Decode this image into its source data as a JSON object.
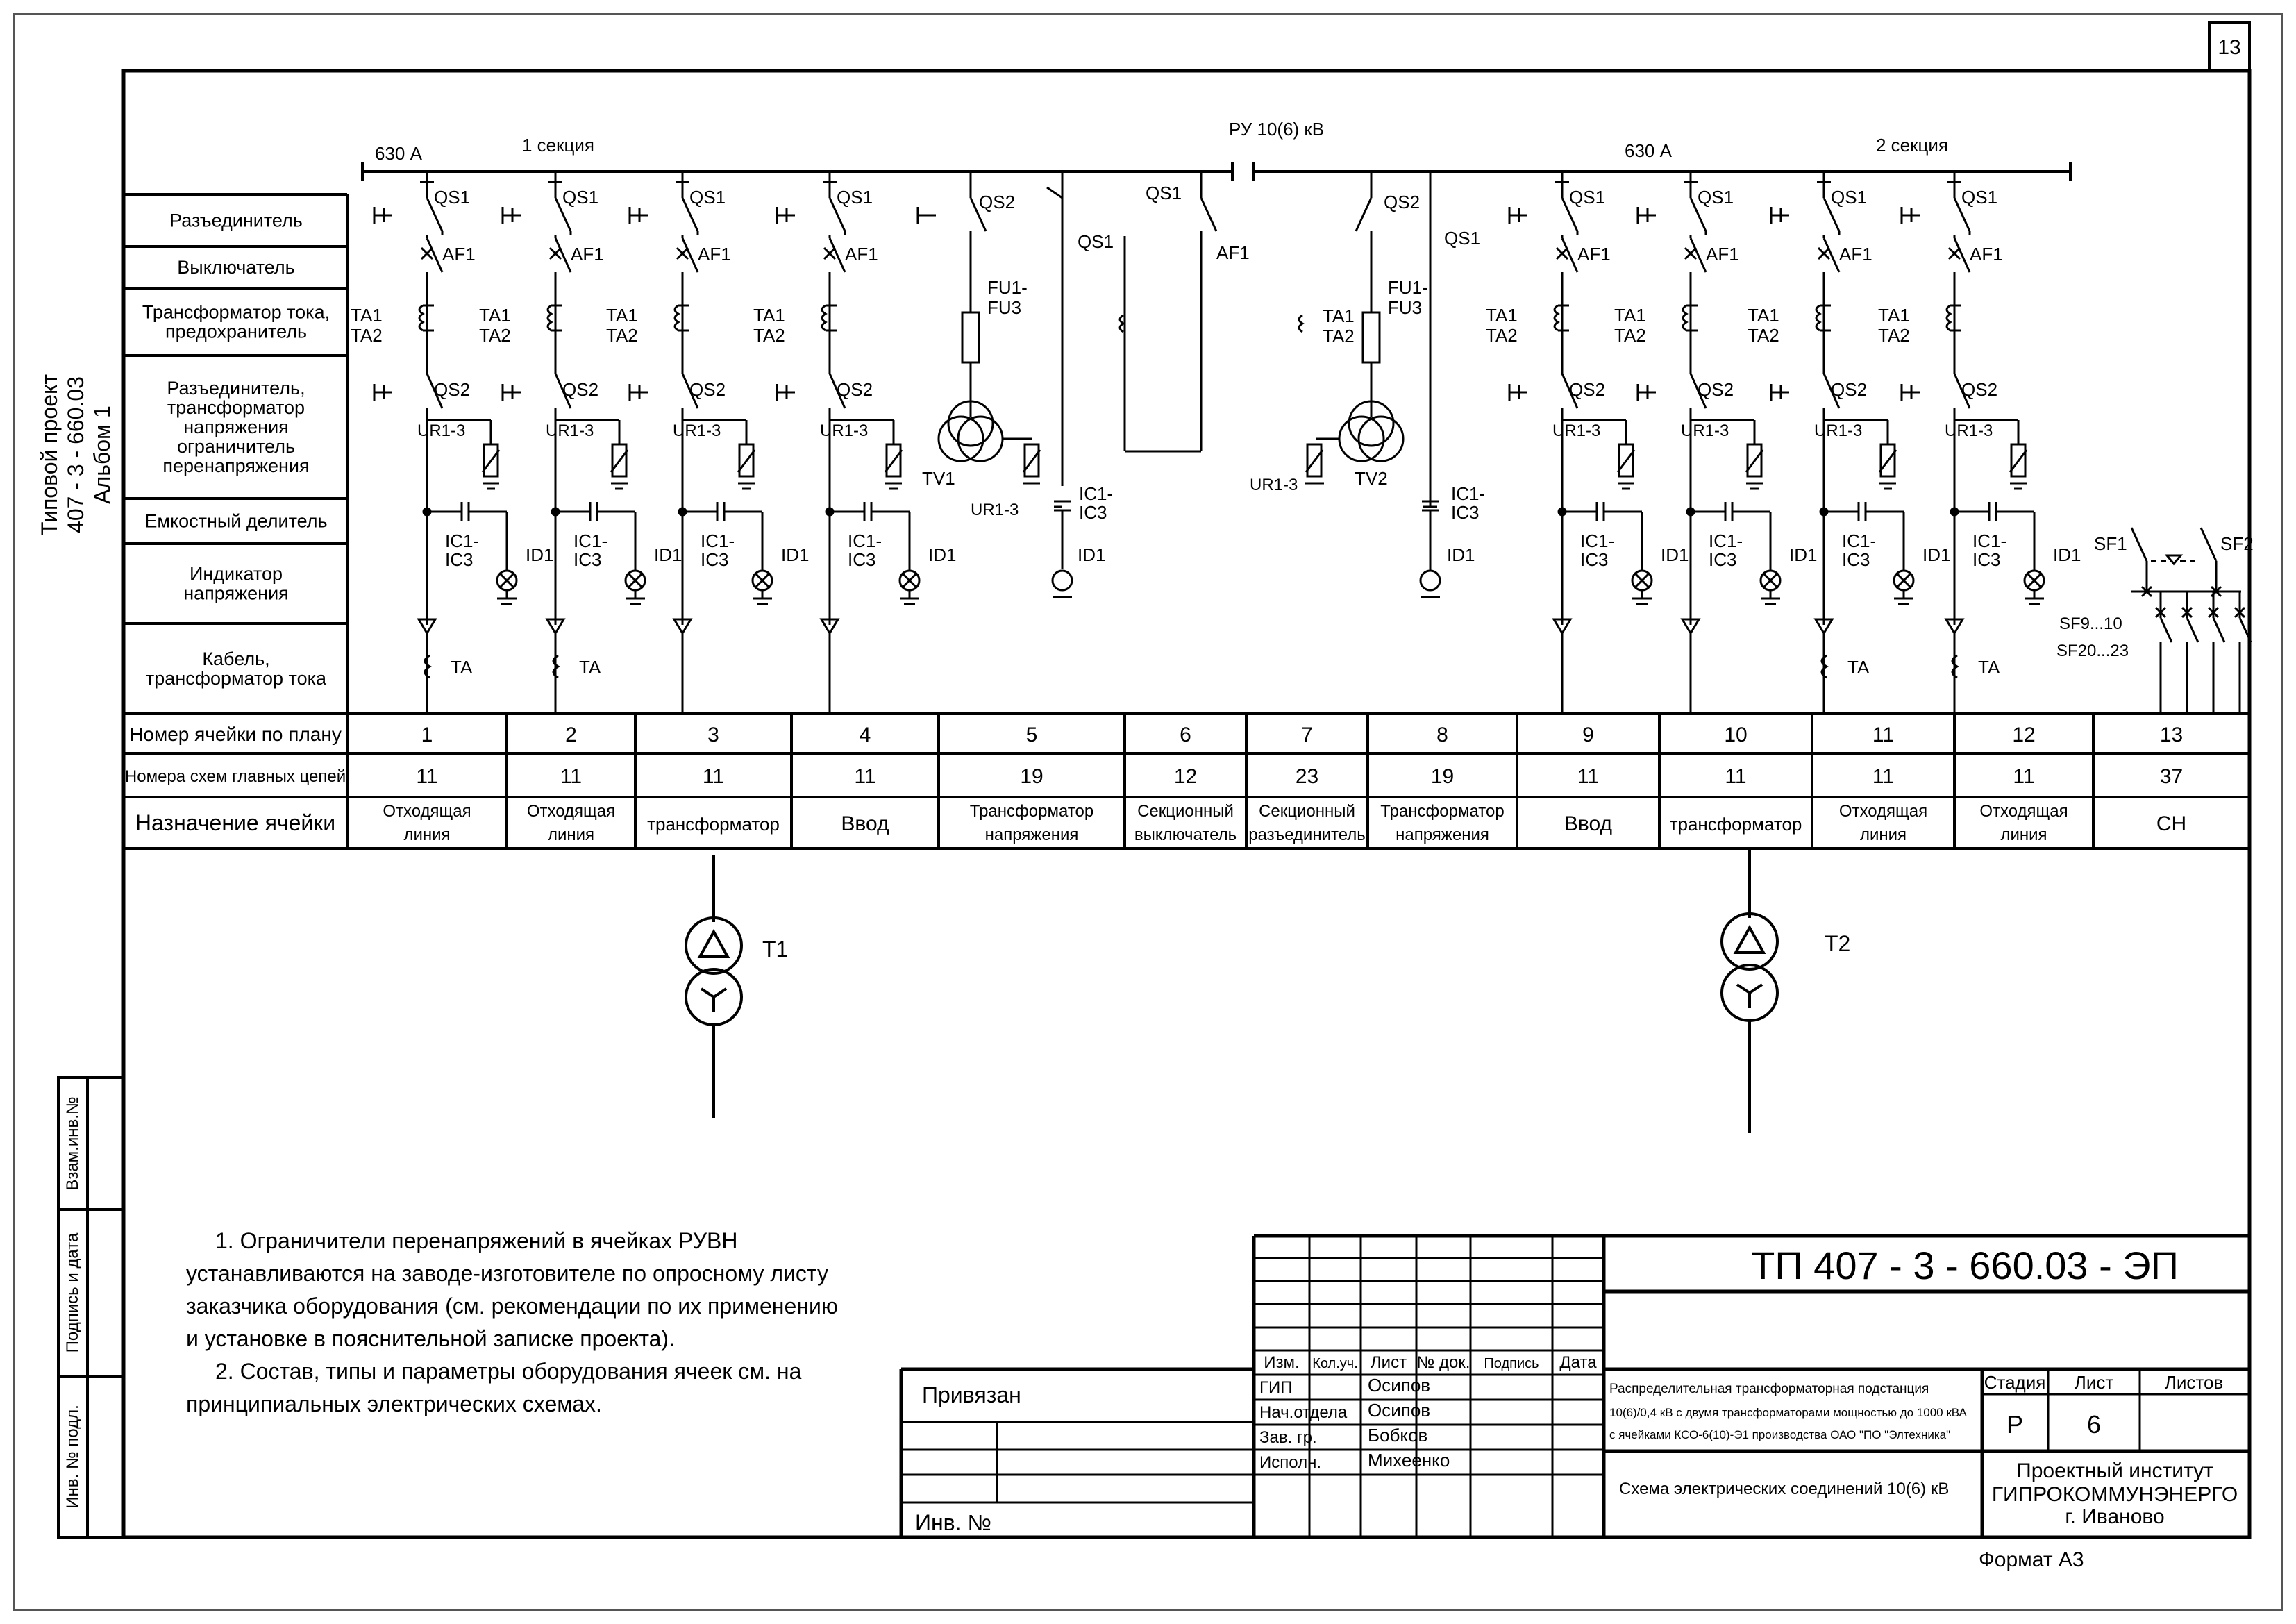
{
  "sheet": {
    "sheet_number": "13",
    "side_stamp": [
      "Типовой проект",
      "407 - 3 - 660.03",
      "Альбом   1"
    ],
    "left_strip": [
      "Инв. № подл.",
      "Подпись и дата",
      "Взам.инв.№"
    ],
    "format": "Формат А3"
  },
  "header": {
    "bus_title": "РУ 10(6) кВ",
    "current_1": "630 А",
    "section_1": "1 секция",
    "current_2": "630 А",
    "section_2": "2 секция"
  },
  "row_labels": [
    [
      "Разъединитель"
    ],
    [
      "Выключатель"
    ],
    [
      "Трансформатор тока,",
      "предохранитель"
    ],
    [
      "Разъединитель,",
      "трансформатор",
      "напряжения",
      "ограничитель",
      "перенапряжения"
    ],
    [
      "Емкостный делитель"
    ],
    [
      "Индикатор",
      "напряжения"
    ],
    [
      "Кабель,",
      "трансформатор тока"
    ]
  ],
  "table": {
    "row_headers": [
      "Номер ячейки по плану",
      "Номера схем главных цепей",
      "Назначение ячейки"
    ],
    "cells": [
      {
        "num": "1",
        "scheme": "11",
        "purpose": [
          "Отходящая",
          "линия"
        ]
      },
      {
        "num": "2",
        "scheme": "11",
        "purpose": [
          "Отходящая",
          "линия"
        ]
      },
      {
        "num": "3",
        "scheme": "11",
        "purpose": [
          "трансформатор"
        ]
      },
      {
        "num": "4",
        "scheme": "11",
        "purpose": [
          "Ввод"
        ]
      },
      {
        "num": "5",
        "scheme": "19",
        "purpose": [
          "Трансформатор",
          "напряжения"
        ]
      },
      {
        "num": "6",
        "scheme": "12",
        "purpose": [
          "Секционный",
          "выключатель"
        ]
      },
      {
        "num": "7",
        "scheme": "23",
        "purpose": [
          "Секционный",
          "разъединитель"
        ]
      },
      {
        "num": "8",
        "scheme": "19",
        "purpose": [
          "Трансформатор",
          "напряжения"
        ]
      },
      {
        "num": "9",
        "scheme": "11",
        "purpose": [
          "Ввод"
        ]
      },
      {
        "num": "10",
        "scheme": "11",
        "purpose": [
          "трансформатор"
        ]
      },
      {
        "num": "11",
        "scheme": "11",
        "purpose": [
          "Отходящая",
          "линия"
        ]
      },
      {
        "num": "12",
        "scheme": "11",
        "purpose": [
          "Отходящая",
          "линия"
        ]
      },
      {
        "num": "13",
        "scheme": "37",
        "purpose": [
          "СН"
        ]
      }
    ]
  },
  "symbols": {
    "qs1": "QS1",
    "qs2": "QS2",
    "af1": "AF1",
    "ta1": "TA1",
    "ta2": "TA2",
    "ur": "UR1-3",
    "ic1": "IC1-",
    "ic3": "IC3",
    "id1": "ID1",
    "ta": "TA",
    "fu1": "FU1-",
    "fu3": "FU3",
    "tv1": "TV1",
    "tv2": "TV2",
    "sf1": "SF1",
    "sf2": "SF2",
    "sf9": "SF9...10",
    "sf20": "SF20...23"
  },
  "transformers": {
    "t1": "T1",
    "t2": "T2"
  },
  "notes": [
    "1. Ограничители перенапряжений в ячейках РУВН",
    "устанавливаются на заводе-изготовителе по опросному листу",
    "заказчика оборудования (см. рекомендации по их применению",
    "и установке в пояснительной записке проекта).",
    "2. Состав, типы и параметры оборудования ячеек см. на",
    "принципиальных электрических схемах."
  ],
  "title_block": {
    "designation": "ТП  407 - 3 - 660.03 - ЭП",
    "cols": [
      "Изм.",
      "Кол.уч.",
      "Лист",
      "№ док.",
      "Подпись",
      "Дата"
    ],
    "privyazan": "Привязан",
    "inv": "Инв. №",
    "roles": [
      "ГИП",
      "Нач.отдела",
      "Зав. гр.",
      "Исполн."
    ],
    "names": [
      "Осипов",
      "Осипов",
      "Бобков",
      "Михеенко"
    ],
    "description": [
      "Распределительная трансформаторная подстанция",
      "10(6)/0,4 кВ с двумя трансформаторами мощностью  до 1000 кВА",
      "с ячейками КСО-6(10)-Э1 производства ОАО \"ПО \"Элтехника\""
    ],
    "drawing_name": "Схема электрических соединений 10(6) кВ",
    "stage_label": "Стадия",
    "sheet_label": "Лист",
    "sheets_label": "Листов",
    "stage": "Р",
    "sheet": "6",
    "org": [
      "Проектный институт",
      "ГИПРОКОММУНЭНЕРГО",
      "г. Иваново"
    ]
  }
}
